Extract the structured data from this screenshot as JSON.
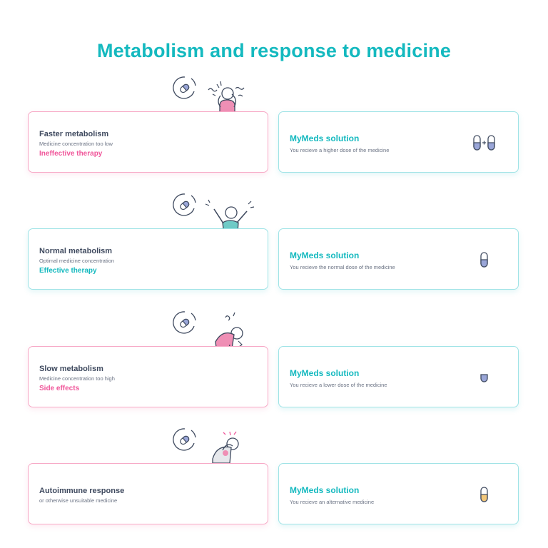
{
  "title": "Metabolism and response to medicine",
  "colors": {
    "accent": "#14b9bf",
    "pink": "#f0569a",
    "text": "#3f4a5f",
    "pill_blue": "#9aa6d8",
    "pill_yellow": "#f2c77a"
  },
  "rows": [
    {
      "left_title": "Faster metabolism",
      "left_sub": "Medicine concentration too low",
      "status": "Ineffective therapy",
      "right_title": "MyMeds solution",
      "right_sub": "You recieve a higher dose of the medicine",
      "icon": "double-pill-icon"
    },
    {
      "left_title": "Normal metabolism",
      "left_sub": "Optimal medicine concentration",
      "status": "Effective therapy",
      "right_title": "MyMeds solution",
      "right_sub": "You recieve the normal dose of the medicine",
      "icon": "pill-icon"
    },
    {
      "left_title": "Slow metabolism",
      "left_sub": "Medicine concentration too high",
      "status": "Side effects",
      "right_title": "MyMeds solution",
      "right_sub": "You recieve a lower dose of the medicine",
      "icon": "half-pill-icon"
    },
    {
      "left_title": "Autoimmune response",
      "left_sub": "or otherwise unsuitable medicine",
      "right_title": "MyMeds solution",
      "right_sub": "You recieve an alternative medicine",
      "icon": "yellow-pill-icon"
    }
  ]
}
